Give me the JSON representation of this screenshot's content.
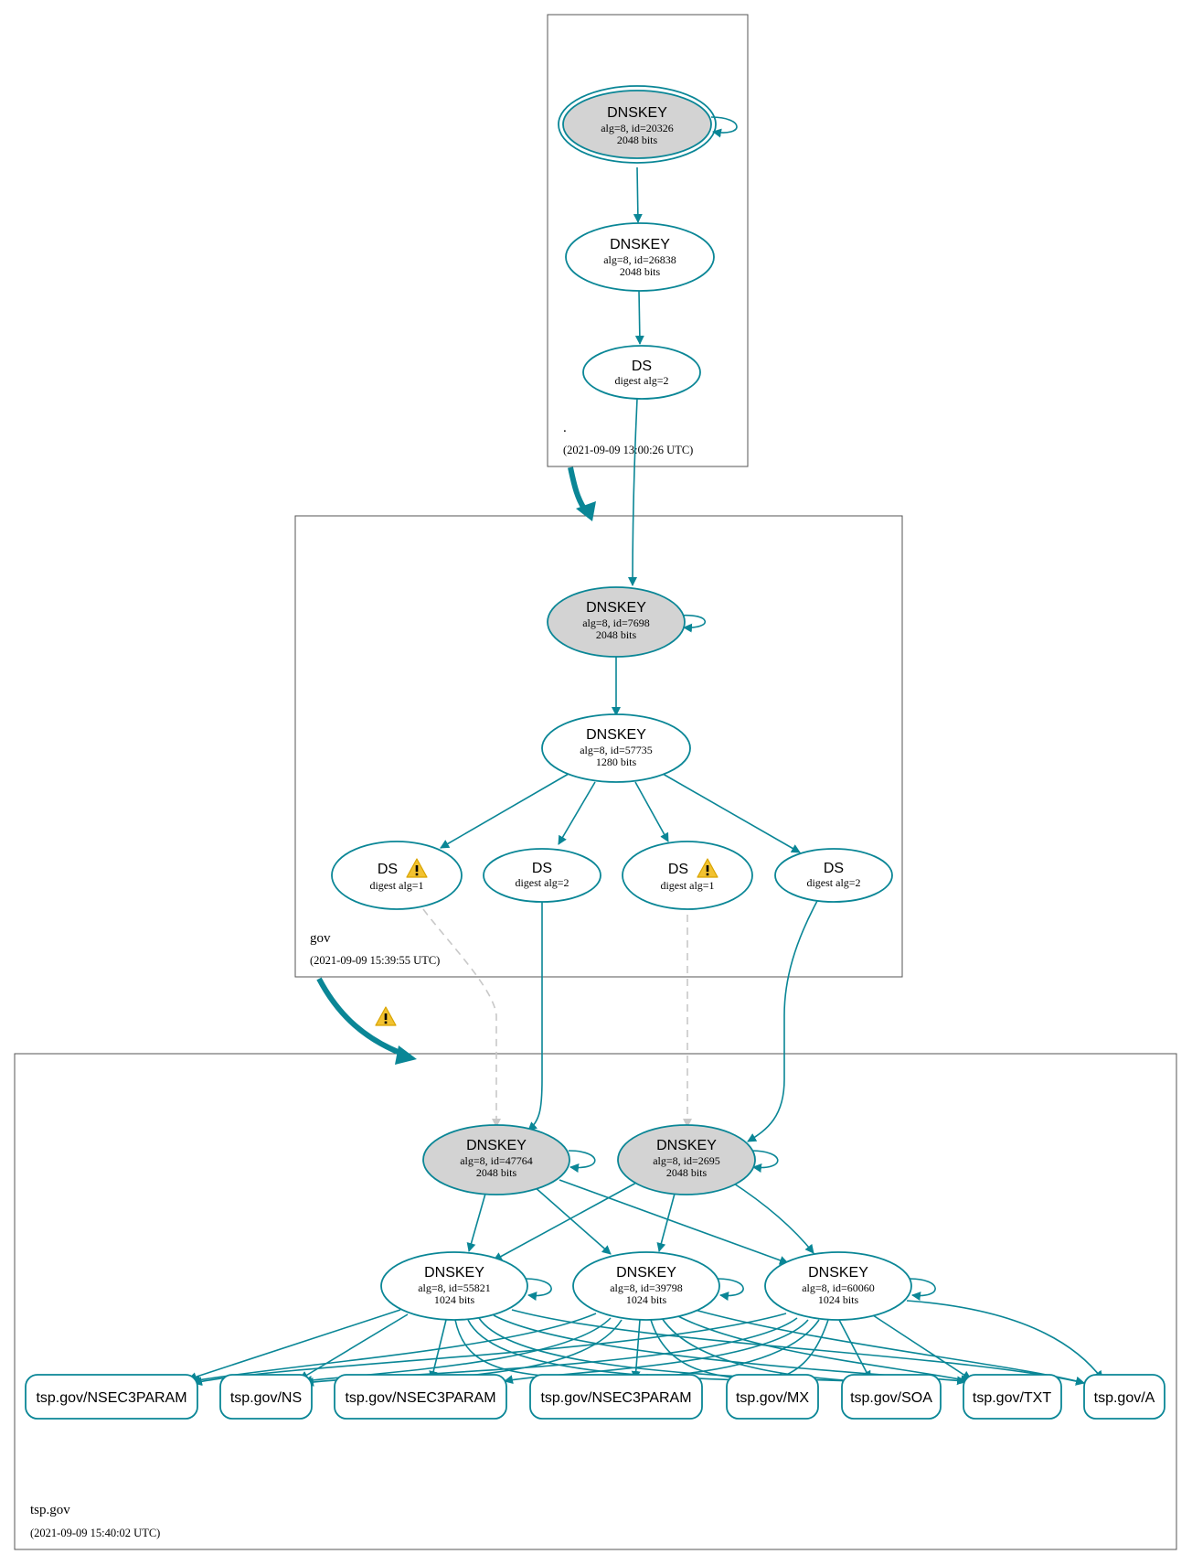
{
  "zones": {
    "root": {
      "name": ".",
      "timestamp": "(2021-09-09 13:00:26 UTC)"
    },
    "gov": {
      "name": "gov",
      "timestamp": "(2021-09-09 15:39:55 UTC)"
    },
    "tsp": {
      "name": "tsp.gov",
      "timestamp": "(2021-09-09 15:40:02 UTC)"
    }
  },
  "nodes": {
    "root_ksk": {
      "title": "DNSKEY",
      "line1": "alg=8, id=20326",
      "line2": "2048 bits"
    },
    "root_zsk": {
      "title": "DNSKEY",
      "line1": "alg=8, id=26838",
      "line2": "2048 bits"
    },
    "root_ds": {
      "title": "DS",
      "line1": "digest alg=2"
    },
    "gov_ksk": {
      "title": "DNSKEY",
      "line1": "alg=8, id=7698",
      "line2": "2048 bits"
    },
    "gov_zsk": {
      "title": "DNSKEY",
      "line1": "alg=8, id=57735",
      "line2": "1280 bits"
    },
    "gov_ds1": {
      "title": "DS",
      "line1": "digest alg=1"
    },
    "gov_ds2": {
      "title": "DS",
      "line1": "digest alg=2"
    },
    "gov_ds3": {
      "title": "DS",
      "line1": "digest alg=1"
    },
    "gov_ds4": {
      "title": "DS",
      "line1": "digest alg=2"
    },
    "tsp_ksk1": {
      "title": "DNSKEY",
      "line1": "alg=8, id=47764",
      "line2": "2048 bits"
    },
    "tsp_ksk2": {
      "title": "DNSKEY",
      "line1": "alg=8, id=2695",
      "line2": "2048 bits"
    },
    "tsp_zsk1": {
      "title": "DNSKEY",
      "line1": "alg=8, id=55821",
      "line2": "1024 bits"
    },
    "tsp_zsk2": {
      "title": "DNSKEY",
      "line1": "alg=8, id=39798",
      "line2": "1024 bits"
    },
    "tsp_zsk3": {
      "title": "DNSKEY",
      "line1": "alg=8, id=60060",
      "line2": "1024 bits"
    }
  },
  "records": [
    "tsp.gov/NSEC3PARAM",
    "tsp.gov/NS",
    "tsp.gov/NSEC3PARAM",
    "tsp.gov/NSEC3PARAM",
    "tsp.gov/MX",
    "tsp.gov/SOA",
    "tsp.gov/TXT",
    "tsp.gov/A"
  ],
  "colors": {
    "edge": "#0a8696",
    "key_fill": "#d3d3d3",
    "warning": "#f2c230",
    "insecure_edge": "#c8c8c8"
  },
  "icons": [
    "warning-icon"
  ]
}
